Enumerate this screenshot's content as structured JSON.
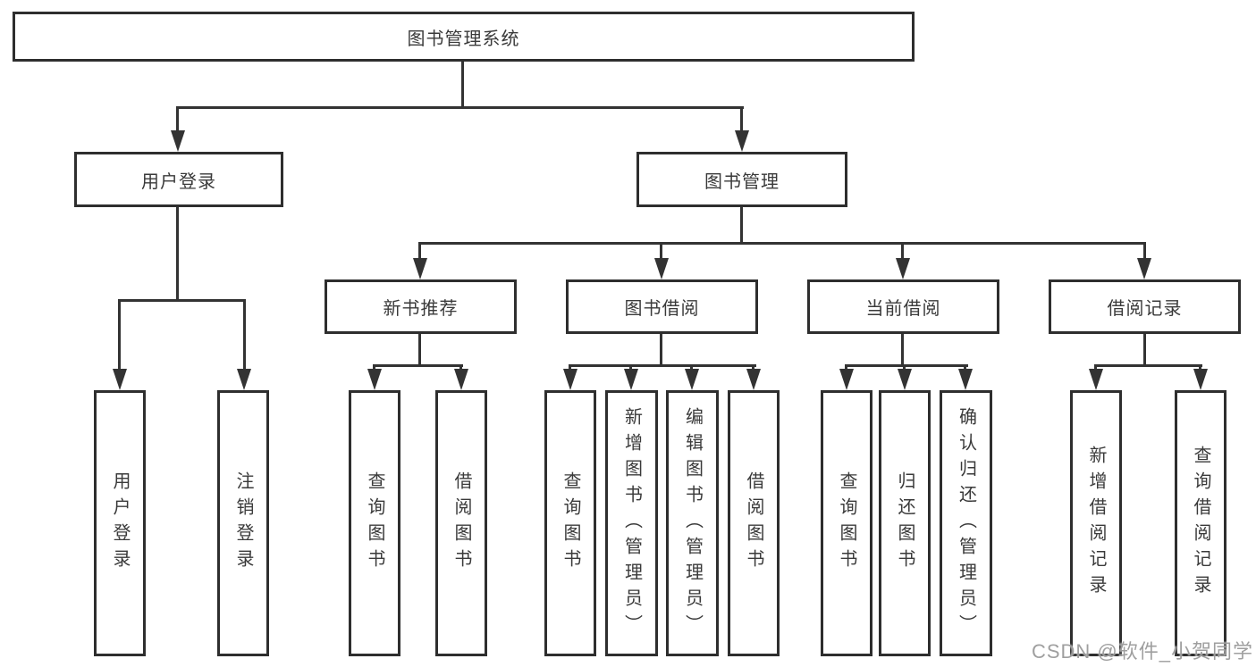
{
  "diagram": {
    "root": {
      "label": "图书管理系统"
    },
    "user_login": {
      "label": "用户登录",
      "children": {
        "login": {
          "label": "用户登录"
        },
        "logout": {
          "label": "注销登录"
        }
      }
    },
    "book_mgmt": {
      "label": "图书管理",
      "groups": {
        "new_book": {
          "label": "新书推荐",
          "children": {
            "query": {
              "label": "查询图书"
            },
            "borrow": {
              "label": "借阅图书"
            }
          }
        },
        "borrowing": {
          "label": "图书借阅",
          "children": {
            "query": {
              "label": "查询图书"
            },
            "add": {
              "label": "新增图书（管理员）"
            },
            "edit": {
              "label": "编辑图书（管理员）"
            },
            "borrow": {
              "label": "借阅图书"
            }
          }
        },
        "current": {
          "label": "当前借阅",
          "children": {
            "query": {
              "label": "查询图书"
            },
            "return": {
              "label": "归还图书"
            },
            "confirm": {
              "label": "确认归还（管理员）"
            }
          }
        },
        "records": {
          "label": "借阅记录",
          "children": {
            "add": {
              "label": "新增借阅记录"
            },
            "query": {
              "label": "查询借阅记录"
            }
          }
        }
      }
    }
  },
  "watermark": {
    "text": "CSDN @软件_小贺同学"
  },
  "colors": {
    "line": "#333333",
    "box_border": "#2e2e2e",
    "text": "#3a3a3a",
    "background": "#ffffff",
    "watermark": "#9a9a9a"
  }
}
